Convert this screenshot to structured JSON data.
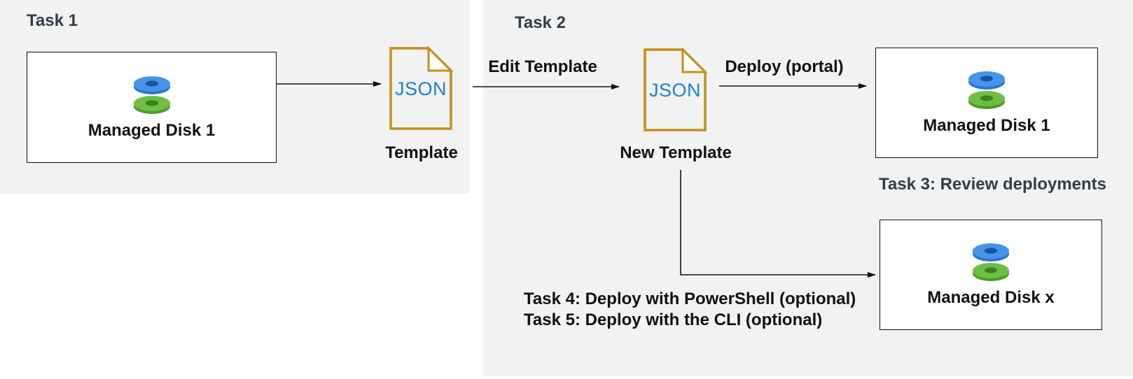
{
  "panels": {
    "task1_heading": "Task 1",
    "task2_heading": "Task 2",
    "task3_heading": "Task 3: Review deployments",
    "task4_note": "Task 4: Deploy with PowerShell (optional)",
    "task5_note": "Task 5: Deploy with the CLI (optional)"
  },
  "nodes": {
    "source_disk_label": "Managed Disk 1",
    "deployed_disk_label": "Managed Disk 1",
    "deployed_disk_x_label": "Managed Disk x",
    "template_doc_text": "JSON",
    "template_label": "Template",
    "new_template_label": "New Template"
  },
  "edges": {
    "export_arrow": "",
    "edit_template_label": "Edit Template",
    "deploy_portal_label": "Deploy (portal)",
    "deploy_alt_arrow": ""
  },
  "icons": {
    "managed_disk": "managed-disk-icon",
    "json_file": "json-file-icon"
  },
  "colors": {
    "panel_background": "#f2f2f2",
    "page_background": "#ffffff",
    "heading_text": "#313d49",
    "body_text": "#111111",
    "json_doc_border": "#c29016",
    "json_text_blue": "#1b7fd4",
    "disk_blue_top": "#4495e8",
    "disk_blue_side": "#2b77c8",
    "disk_blue_hole": "#17549b",
    "disk_green_top": "#6dbe45",
    "disk_green_side": "#4f9a28",
    "disk_green_hole": "#3e7f1f",
    "connector": "#111111"
  }
}
